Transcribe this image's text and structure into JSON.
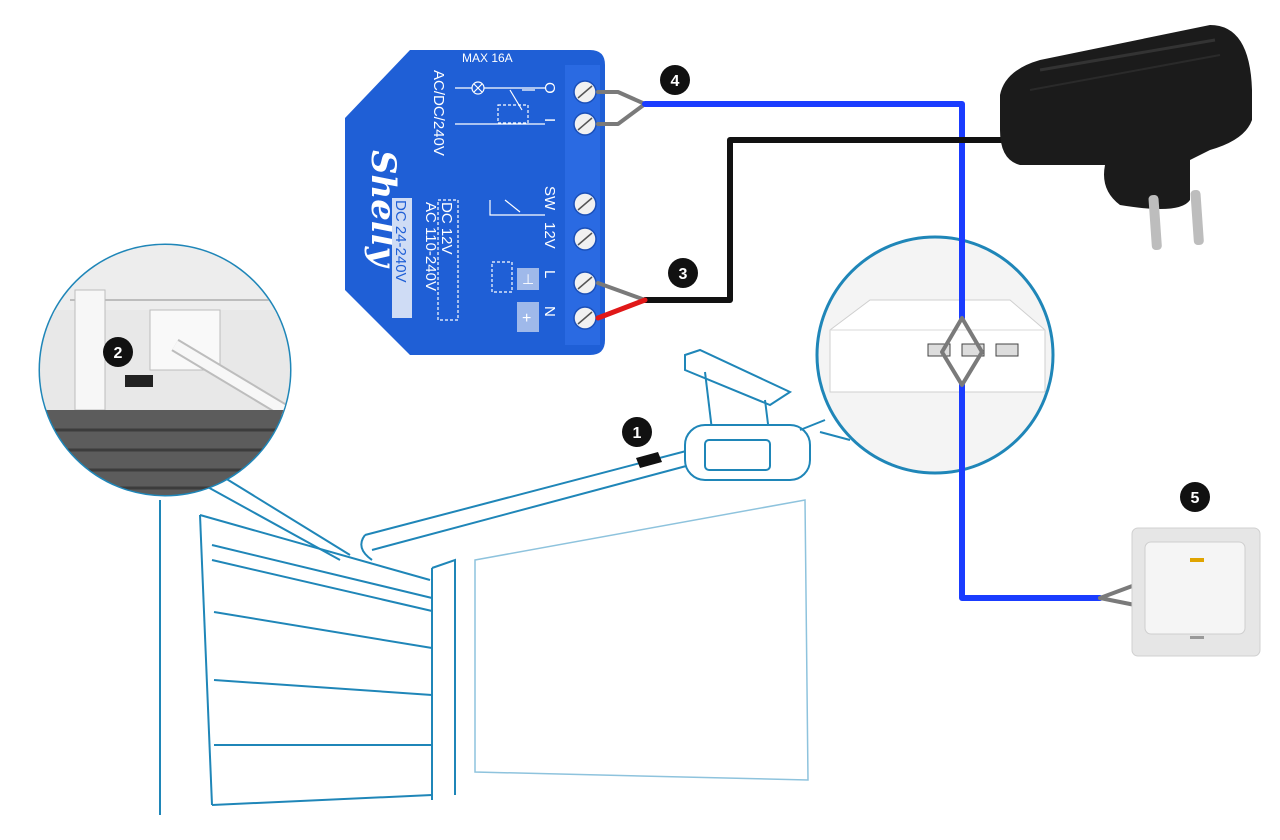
{
  "device": {
    "logo": "Shelly",
    "max_rating": "MAX 16A",
    "output_rating": "AC/DC/240V",
    "terminals": [
      "O",
      "I",
      "SW",
      "12V",
      "L",
      "N"
    ],
    "dc_label": "DC 12V",
    "ac_label": "AC 110-240V",
    "dc2_label": "DC 24-240V",
    "ground_symbol": "⊥",
    "plus_symbol": "+",
    "minus_symbol": "⊥"
  },
  "markers": [
    "1",
    "2",
    "3",
    "4",
    "5"
  ],
  "colors": {
    "device_blue": "#1f5fd6",
    "wire_blue": "#1a3cff",
    "wire_black": "#111111",
    "wire_red": "#e01818",
    "outline_teal": "#1f86b8",
    "adapter_black": "#1b1b1b"
  },
  "icons": [
    "power-adapter-icon",
    "wall-switch-icon",
    "garage-door-opener-icon",
    "reed-sensor-icon"
  ]
}
